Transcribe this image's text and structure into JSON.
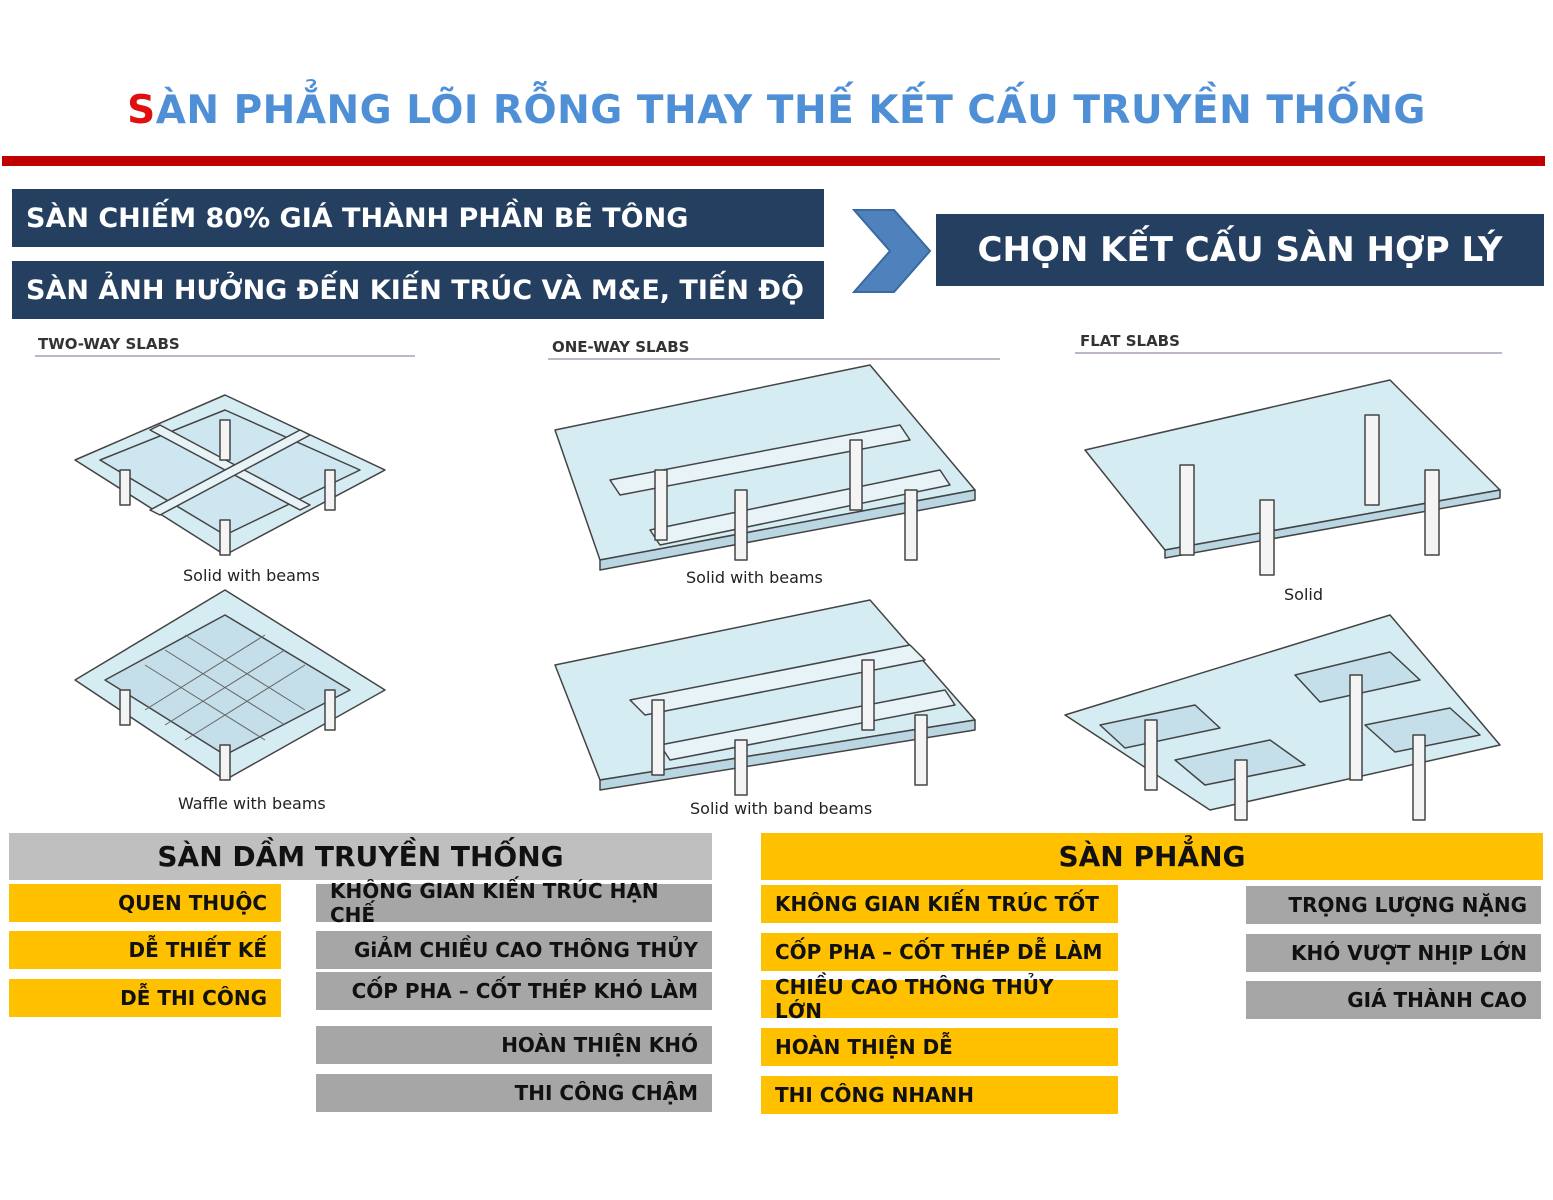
{
  "title": {
    "first_letter": "S",
    "rest": "ÀN PHẲNG LÕI RỖNG THAY THẾ KẾT CẤU TRUYỀN THỐNG"
  },
  "banners": {
    "line1": "SÀN CHIẾM 80% GIÁ THÀNH PHẦN BÊ TÔNG",
    "line2": "SÀN ẢNH HƯỞNG ĐẾN KIẾN TRÚC VÀ M&E, TIẾN ĐỘ",
    "result": "CHỌN KẾT CẤU SÀN HỢP LÝ"
  },
  "diagrams": {
    "two_way": {
      "label": "TWO-WAY SLABS",
      "top_caption": "Solid  with beams",
      "bottom_caption": "Waffle  with beams"
    },
    "one_way": {
      "label": "ONE-WAY SLABS",
      "top_caption": "Solid with beams",
      "bottom_caption": "Solid  with band beams"
    },
    "flat": {
      "label": "FLAT SLABS",
      "top_caption": "Solid"
    }
  },
  "traditional": {
    "header": "SÀN DẦM TRUYỀN THỐNG",
    "pros": [
      "QUEN THUỘC",
      "DỄ THIẾT KẾ",
      "DỄ THI CÔNG"
    ],
    "cons": [
      "KHÔNG GIAN KIẾN TRÚC HẠN CHẾ",
      "GiẢM CHIỀU CAO THÔNG THỦY",
      "CỐP PHA – CỐT THÉP KHÓ LÀM",
      "HOÀN THIỆN KHÓ",
      "THI CÔNG CHẬM"
    ]
  },
  "flat_slab": {
    "header": "SÀN PHẲNG",
    "pros": [
      "KHÔNG GIAN KIẾN TRÚC TỐT",
      "CỐP PHA – CỐT THÉP DỄ LÀM",
      "CHIỀU CAO THÔNG THỦY LỚN",
      "HOÀN THIỆN DỄ",
      "THI CÔNG NHANH"
    ],
    "cons": [
      "TRỌNG LƯỢNG NẶNG",
      "KHÓ VƯỢT NHỊP LỚN",
      "GIÁ THÀNH CAO"
    ]
  },
  "colors": {
    "navy": "#243f60",
    "title_blue": "#4f8fd6",
    "accent_red": "#c00000",
    "gold": "#ffc000",
    "gray": "#a6a6a6"
  }
}
